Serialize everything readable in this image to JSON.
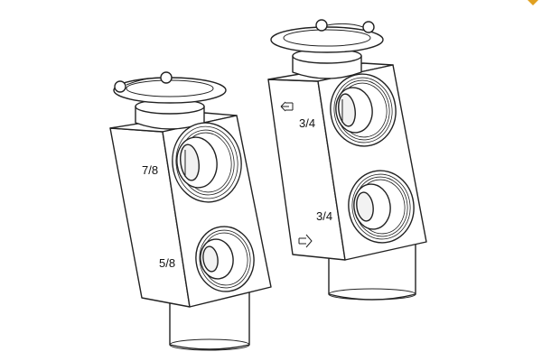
{
  "diagram": {
    "left_valve": {
      "upper_port_label": "7/8",
      "lower_port_label": "5/8"
    },
    "right_valve": {
      "upper_port_label": "3/4",
      "lower_port_label": "3/4"
    },
    "flow_arrows": [
      "flow-in-arrow",
      "flow-out-arrow"
    ],
    "colors": {
      "line": "#222222",
      "background": "#ffffff",
      "corner_mark": "#e0a020"
    }
  }
}
